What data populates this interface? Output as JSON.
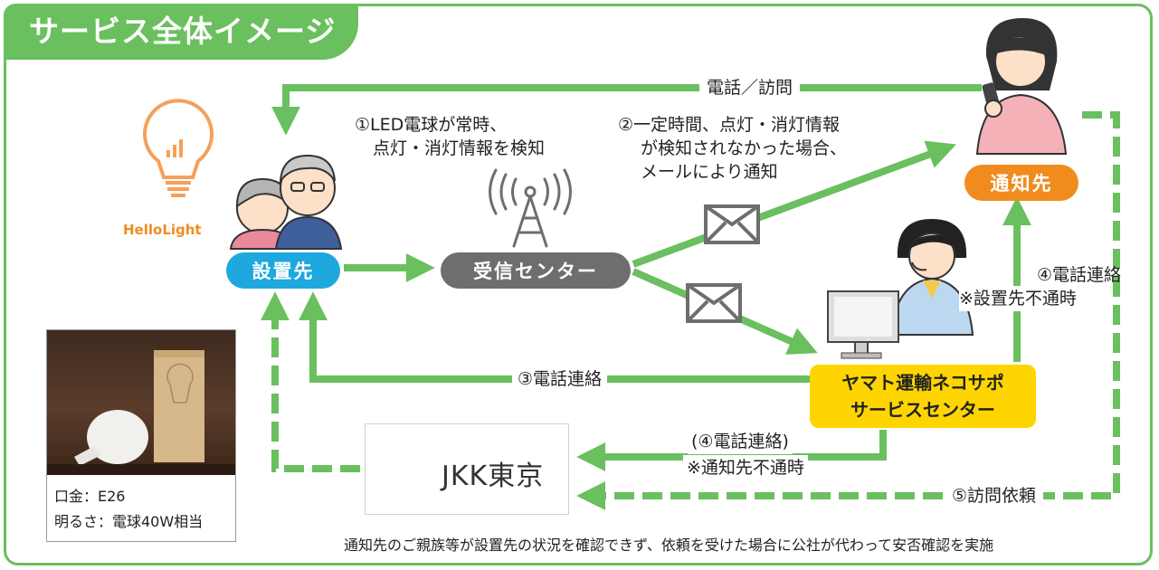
{
  "title": "サービス全体イメージ",
  "brand": {
    "hellolight": "HelloLight",
    "jkk": "JKK東京"
  },
  "nodes": {
    "install_site": "設置先",
    "receiving_center": "受信センター",
    "notify_dest": "通知先",
    "yamato_line1": "ヤマト運輸ネコサポ",
    "yamato_line2": "サービスセンター"
  },
  "labels": {
    "call_visit": "電話／訪問",
    "step1_line1": "①LED電球が常時、",
    "step1_line2": "点灯・消灯情報を検知",
    "step2_line1": "②一定時間、点灯・消灯情報",
    "step2_line2": "が検知されなかった場合、",
    "step2_line3": "メールにより通知",
    "step3": "③電話連絡",
    "step4_line1": "④電話連絡",
    "step4_line2": "※設置先不通時",
    "step4b_line1": "(④電話連絡)",
    "step4b_line2": "※通知先不通時",
    "step5": "⑤訪問依頼"
  },
  "bulb_spec": {
    "base": "口金：E26",
    "brightness": "明るさ：電球40W相当"
  },
  "footer_note": "通知先のご親族等が設置先の状況を確認できず、依頼を受けた場合に公社が代わって安否確認を実施",
  "colors": {
    "green": "#6abf5e",
    "blue": "#1ea8de",
    "gray": "#6e6e6e",
    "orange": "#f08c1e",
    "yellow": "#fed500",
    "pink": "#f4b2b8"
  }
}
